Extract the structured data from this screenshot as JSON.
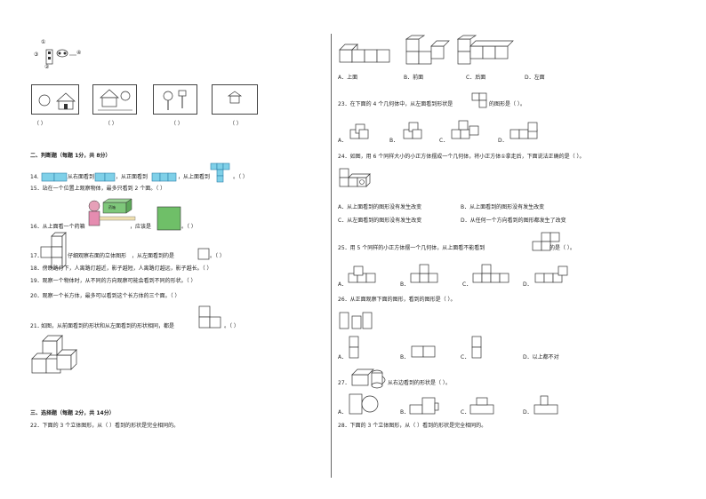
{
  "left": {
    "figure_labels": [
      "①",
      "②",
      "③",
      "④"
    ],
    "photo_answers": [
      "（ ）",
      "（ ）",
      "（ ）",
      "（ ）"
    ],
    "section2_title": "二、判断题（每题 1分，共 8分）",
    "q14": {
      "num": "14.",
      "a": "从右面看到",
      "b": "，从正面看到",
      "c": "，从上面看到",
      "d": "。（ ）"
    },
    "q15": "15．站在一个位置上观察物体，最多只看到 2 个面。（ ）",
    "q16_num": "16．从上面看一个药箱",
    "q16_box": "药箱",
    "q16_end": "，应该是",
    "q16_paren": "。（ ）",
    "q17_num": "17．",
    "q17_text": "，从左面看到的是",
    "q17_paren": "。（ ）",
    "q17_caption": "仔细观察右面的立体图形",
    "q18": "18．傍晚路灯下，人离路灯越近，影子越短，人离路灯越远，影子越长。（ ）",
    "q19": "19．观察一个物体时，从不同的方向观察可能会看到不同的形状。（ ）",
    "q20": "20．观察一个长方体，最多可以看到这个长方体的三个面。（ ）",
    "q21_num": "21．",
    "q21_text": "如图，从前面看到的形状和从左面看到的形状相同，都是",
    "q21_paren": "。（ ）",
    "section3_title": "三、选择题（每题 2分，共 14分）",
    "q22": "22．下面的 3 个立体图形，从（ ）看到的形状是完全相同的。"
  },
  "right": {
    "q22_opts": [
      "A．上面",
      "B．前面",
      "C．后面",
      "D．左面"
    ],
    "q23": "23．在下面的 4 个几何体中，从左面看到形状是",
    "q23_end": "的图形是（ ）。",
    "q23_opts": [
      "A．",
      "B．",
      "C．",
      "D．"
    ],
    "q24": "24．如图，用 6 个同样大小的小正方体摆成一个几何体，将小正方体①拿走后，下面说法正确的是（ ）。",
    "q24_opts": [
      "A．从上面看到的图形没有发生改变",
      "B．从上面看到的图形没有发生改变",
      "C．从左面看到的图形没有发生改变",
      "D．从任何一个方向看到的图形都发生了改变"
    ],
    "q25": "25．用 5 个同样的小正方体摆一个几何体，从上面看不能看到",
    "q25_end": "的是（ ）。",
    "q25_opts": [
      "A．",
      "B．",
      "C．",
      "D．"
    ],
    "q26": "26．从正面观察下面的图形，看到的图形是（ ）。",
    "q26_opts": [
      "A．",
      "B．",
      "C．",
      "D．以上都不对"
    ],
    "q27": "27．",
    "q27_end": "从右边看到的形状是（ ）。",
    "q27_opts": [
      "A．",
      "B．",
      "C．",
      "D．"
    ],
    "q28": "28．下面的 3 个立体图形，从（ ）看到的形状是完全相同的。"
  }
}
